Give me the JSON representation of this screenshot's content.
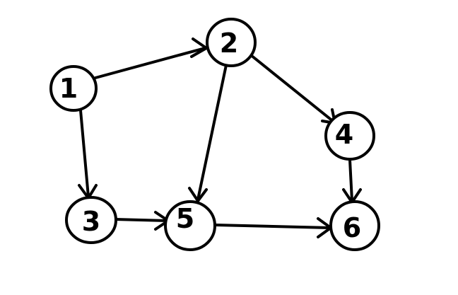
{
  "colors": {
    "background": "#ffffff",
    "stroke": "#000000"
  },
  "nodes": [
    {
      "id": "1",
      "label": "1"
    },
    {
      "id": "2",
      "label": "2"
    },
    {
      "id": "3",
      "label": "3"
    },
    {
      "id": "4",
      "label": "4"
    },
    {
      "id": "5",
      "label": "5"
    },
    {
      "id": "6",
      "label": "6"
    }
  ],
  "edges": [
    {
      "from": "1",
      "to": "2"
    },
    {
      "from": "1",
      "to": "3"
    },
    {
      "from": "2",
      "to": "5"
    },
    {
      "from": "2",
      "to": "4"
    },
    {
      "from": "3",
      "to": "5"
    },
    {
      "from": "4",
      "to": "6"
    },
    {
      "from": "5",
      "to": "6"
    }
  ]
}
